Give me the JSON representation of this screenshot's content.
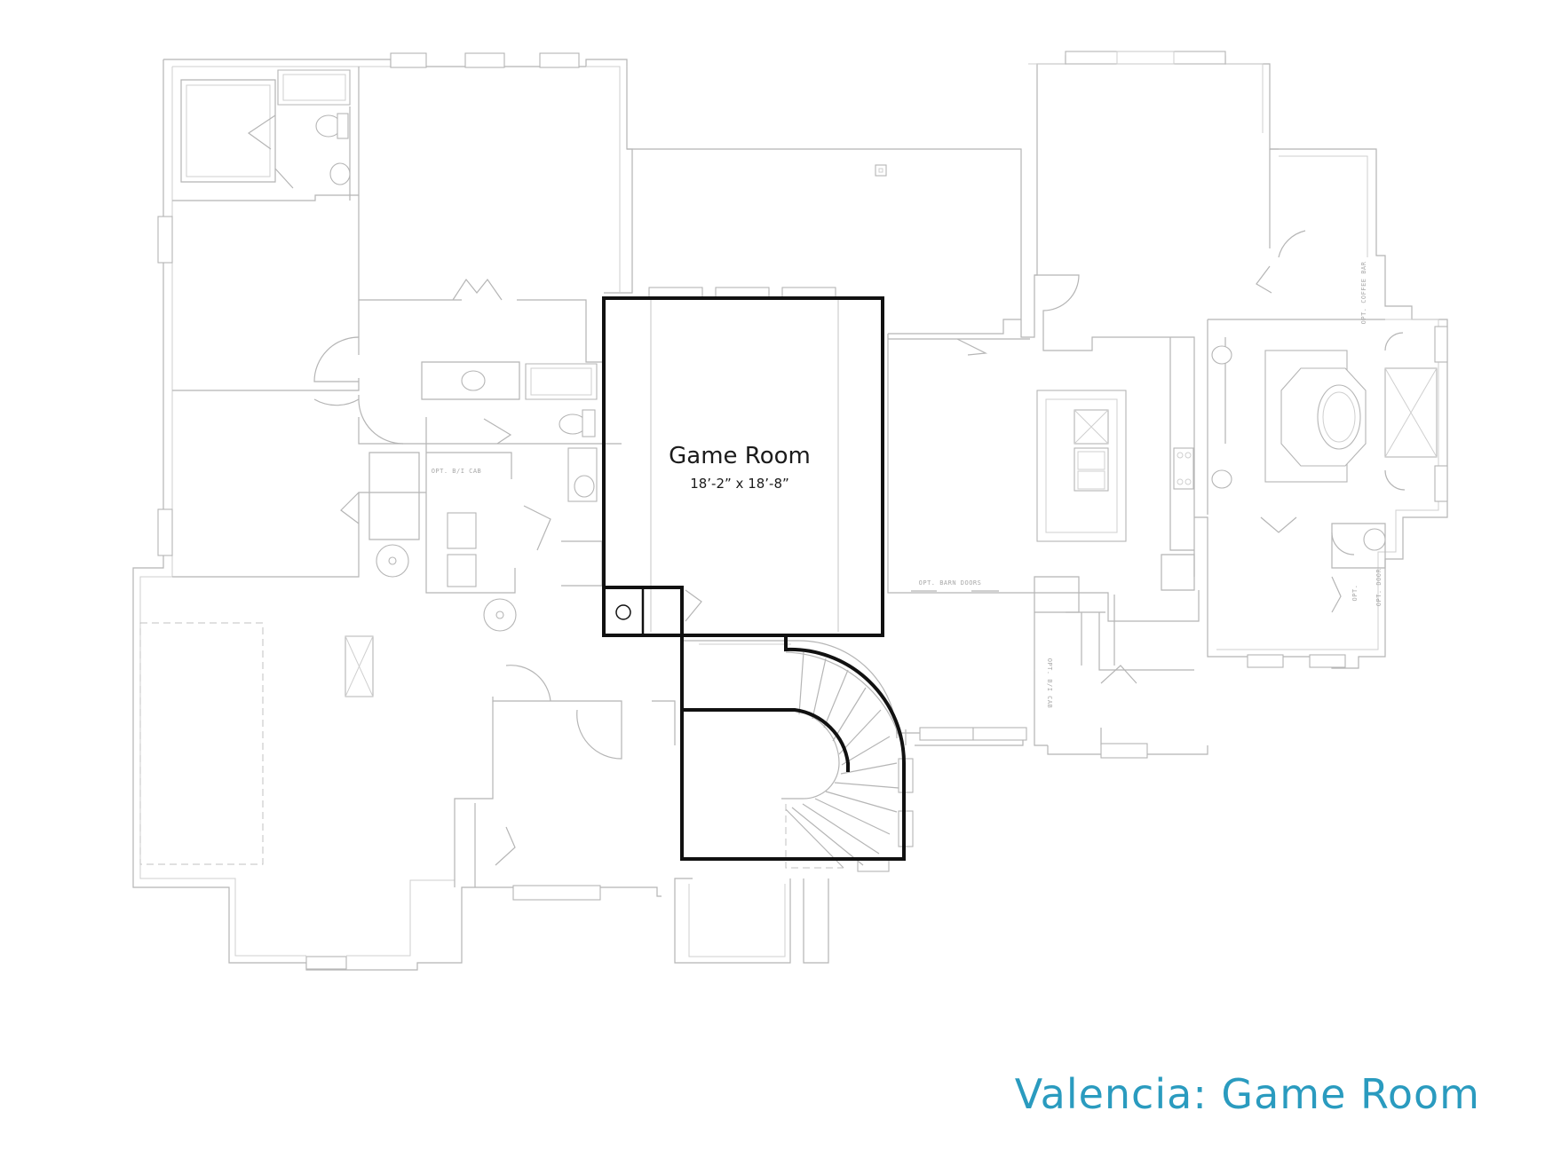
{
  "plan": {
    "highlight_room": {
      "name": "Game Room",
      "dimensions": "18’-2” x 18’-8”"
    },
    "notes": [
      "OPT. B/I CAB",
      "OPT. BARN DOORS",
      "OPT. B/I CAB",
      "OPT. COFFEE BAR",
      "OPT. DOOR",
      "OPT."
    ],
    "colors": {
      "highlight_wall": "#111111",
      "wall": "#b5b5b5",
      "caption": "#2a9bbf"
    }
  },
  "caption": {
    "text": "Valencia: Game Room"
  }
}
